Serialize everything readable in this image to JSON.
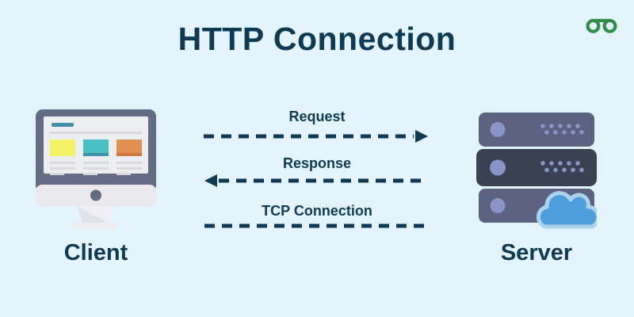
{
  "header": {
    "title": "HTTP Connection",
    "logo": "geeksforgeeks-logo"
  },
  "client": {
    "label": "Client"
  },
  "server": {
    "label": "Server"
  },
  "arrows": {
    "request": {
      "label": "Request",
      "direction": "client-to-server"
    },
    "response": {
      "label": "Response",
      "direction": "server-to-client"
    },
    "tcp": {
      "label": "TCP Connection",
      "direction": "line-no-arrowhead"
    }
  },
  "colors": {
    "background": "#E4F4FD",
    "ink": "#0E3A53",
    "brand_green": "#2F8D46",
    "monitor_frame": "#636B85",
    "monitor_chin": "#E9E9EE",
    "screen": "#EDEEF2",
    "screen_line": "#D9D9DE",
    "screen_teal": "#3E8FA9",
    "card_yellow": "#F5F263",
    "card_teal": "#48C0C4",
    "card_teal_dark": "#3E93A8",
    "card_orange": "#E28F52",
    "card_orange_dark": "#D1793E",
    "stand": "#EFEFF3",
    "stand_shade": "#E2E2E9",
    "stand_base": "#EDEDF1",
    "server_body": "#5C6380",
    "server_body_dark": "#3A4150",
    "server_accent": "#8A93C5",
    "cloud_fill": "#4D9EDB",
    "cloud_outline": "#ACD2EE"
  }
}
